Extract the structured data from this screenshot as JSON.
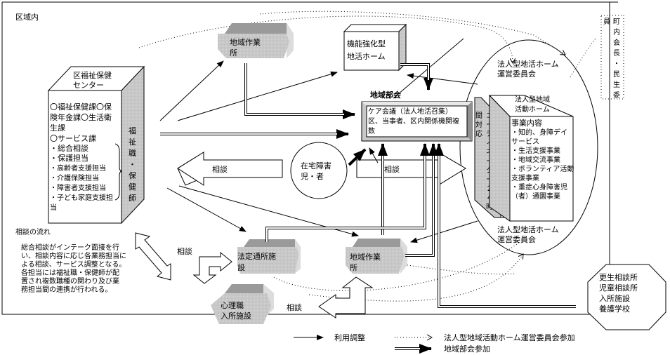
{
  "region_label": "区域内",
  "welfare_center": {
    "title_lines": [
      "区福祉保健",
      "センター"
    ],
    "departments": [
      "〇福祉保健課〇保",
      "険年金課〇生活衛",
      "生課",
      "〇サービス課"
    ],
    "sections": [
      "・総合相談",
      "・保護担当",
      "・高齢者支援担当",
      "・介護保険担当",
      "・障害者支援担当",
      "・子ども家庭支援担",
      "当"
    ],
    "side_label_chars": [
      "福",
      "祉",
      "職",
      "・",
      "保",
      "健",
      "師"
    ]
  },
  "consult_flow": {
    "title": "相談の流れ",
    "lines": [
      "総合相談がインテーク面接を行",
      "い、相談内容に応じ各業務担当に",
      "よる相談、サービス調整となる。",
      "各担当には福祉職・保健師が配",
      "置され複数職種の関わり及び業",
      "務担当間の連携が行われる。"
    ]
  },
  "nodes": {
    "work_top": [
      "地域作業",
      "所"
    ],
    "enhanced_home": [
      "機能強化型",
      "地活ホーム"
    ],
    "regional_council_title": "地域部会",
    "care_meeting": [
      "ケア会議（法人地活召集）",
      "区、当事者、区内関係機関複",
      "数"
    ],
    "home_resident": [
      "在宅障害",
      "児・者"
    ],
    "legal_facility": [
      "法定通所施",
      "設"
    ],
    "work_bottom": [
      "地域作業",
      "所"
    ],
    "psych_facility": [
      "心理職",
      "入所施設"
    ],
    "corp_committee_top": [
      "法人型地活ホーム",
      "運営委員会"
    ],
    "corp_committee_bottom": [
      "法人型地活ホーム",
      "運営委員会"
    ],
    "corp_home_title": [
      "法人型地域",
      "活動ホーム"
    ],
    "corp_home_content": [
      "事業内容",
      "・知的、身障デイ",
      "サービス",
      "・生活支援事業",
      "・地域交流事業",
      "・ボランティア活動",
      "支援事業",
      "・重症心身障害児",
      "（者）通園事業"
    ],
    "coordinator_chars": [
      "コ",
      "ー",
      "デ",
      "ィ",
      "ネ",
      "ー",
      "タ",
      "ー",
      "２",
      "４",
      "時"
    ],
    "coordinator_side_chars": [
      "間",
      "対",
      "応"
    ],
    "town_committee_chars_right": [
      "町",
      "内",
      "会",
      "長",
      "・",
      "民",
      "生",
      "委"
    ],
    "town_committee_chars_left": [
      "員"
    ],
    "external_agencies": [
      "更生相談所",
      "児童相談所",
      "入所施設",
      "養護学校"
    ]
  },
  "consult_labels": {
    "left_arrow": "相談",
    "right_arrow": "相談",
    "lower_left": "相談",
    "lower_mid": "相談"
  },
  "legend": {
    "usage_adjust": "利用調整",
    "committee_participation": "法人型地域活動ホーム運営委員会参加",
    "council_participation": "地域部会参加"
  }
}
